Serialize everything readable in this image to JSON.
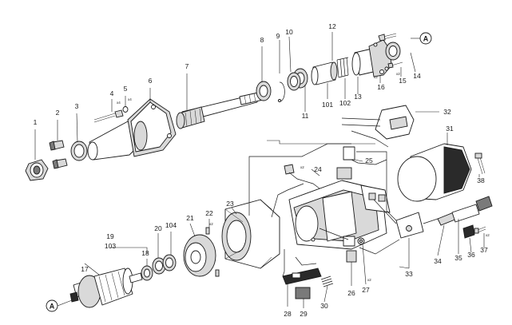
{
  "part_numbers": {
    "p1": "1",
    "p2": "2",
    "p3": "3",
    "p4": "4",
    "p5": "5",
    "p6": "6",
    "p7": "7",
    "p8": "8",
    "p9": "9",
    "p10": "10",
    "p11": "11",
    "p12": "12",
    "p13": "13",
    "p14": "14",
    "p15": "15",
    "p16": "16",
    "p17": "17",
    "p18": "18",
    "p19": "19",
    "p20": "20",
    "p21": "21",
    "p22": "22",
    "p23": "23",
    "p24": "24",
    "p25": "25",
    "p26": "26",
    "p27": "27",
    "p28": "28",
    "p29": "29",
    "p30": "30",
    "p31": "31",
    "p32": "32",
    "p33": "33",
    "p34": "34",
    "p35": "35",
    "p36": "36",
    "p37": "37",
    "p38": "38",
    "p101": "101",
    "p102": "102",
    "p103": "103",
    "p104": "104"
  },
  "connector_marker": "A",
  "quantity_marks": {
    "q4": "x4",
    "q5": "x4",
    "q15": "x2",
    "q16": "x2",
    "q22": "x2",
    "q24": "x2",
    "q27": "x2",
    "q37": "x2"
  }
}
